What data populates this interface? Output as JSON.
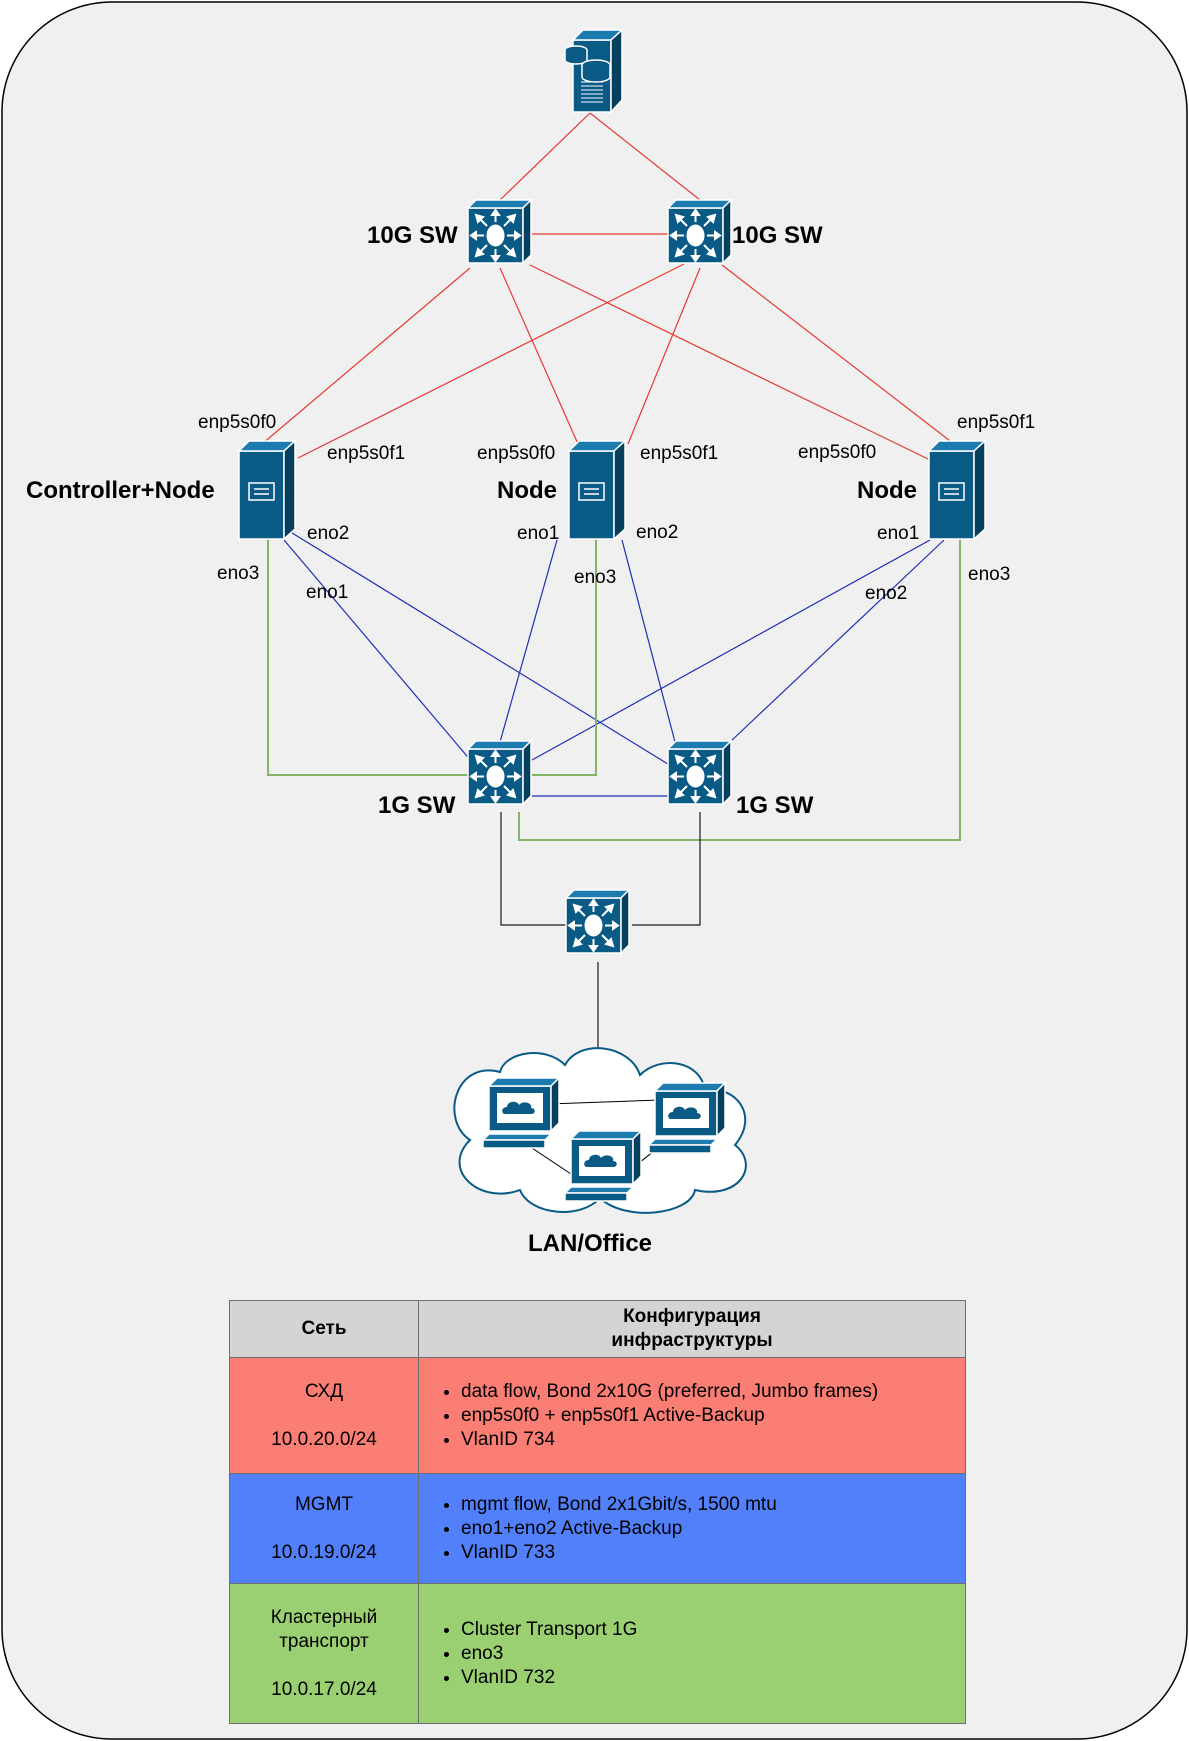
{
  "colors": {
    "storage_link": "#e53935",
    "mgmt_link": "#1f2fb5",
    "cluster_link": "#82b366",
    "uplink": "#1a1a1a",
    "device_fill": "#0a5a86",
    "device_dark": "#06405f",
    "background": "#f0f0f0",
    "row_storage": "#fa7e74",
    "row_mgmt": "#5180fa",
    "row_cluster": "#9ad071",
    "header": "#d4d4d4"
  },
  "diagram": {
    "storage_switch_left_label": "10G SW",
    "storage_switch_right_label": "10G SW",
    "mgmt_switch_left_label": "1G SW",
    "mgmt_switch_right_label": "1G SW",
    "node1_label": "Controller+Node",
    "node2_label": "Node",
    "node3_label": "Node",
    "lan_label": "LAN/Office",
    "ports": {
      "n1_f0": "enp5s0f0",
      "n1_f1": "enp5s0f1",
      "n1_eno2": "eno2",
      "n1_eno3": "eno3",
      "n1_eno1": "eno1",
      "n2_f0": "enp5s0f0",
      "n2_f1": "enp5s0f1",
      "n2_eno1": "eno1",
      "n2_eno2": "eno2",
      "n2_eno3": "eno3",
      "n3_f0": "enp5s0f0",
      "n3_f1": "enp5s0f1",
      "n3_eno1": "eno1",
      "n3_eno2": "eno2",
      "n3_eno3": "eno3"
    }
  },
  "table": {
    "header_network": "Сеть",
    "header_config_line1": "Конфигурация",
    "header_config_line2": "инфраструктуры",
    "rows": [
      {
        "name": "СХД",
        "subnet": "10.0.20.0/24",
        "items": [
          "data flow, Bond 2x10G (preferred, Jumbo frames)",
          "enp5s0f0 + enp5s0f1 Active-Backup",
          "VlanID 734"
        ]
      },
      {
        "name": "MGMT",
        "subnet": "10.0.19.0/24",
        "items": [
          "mgmt flow, Bond 2x1Gbit/s, 1500 mtu",
          "eno1+eno2 Active-Backup",
          "VlanID 733"
        ]
      },
      {
        "name_line1": "Кластерный",
        "name_line2": "транспорт",
        "subnet": "10.0.17.0/24",
        "items": [
          "Cluster Transport 1G",
          "eno3",
          "VlanID 732"
        ]
      }
    ]
  }
}
